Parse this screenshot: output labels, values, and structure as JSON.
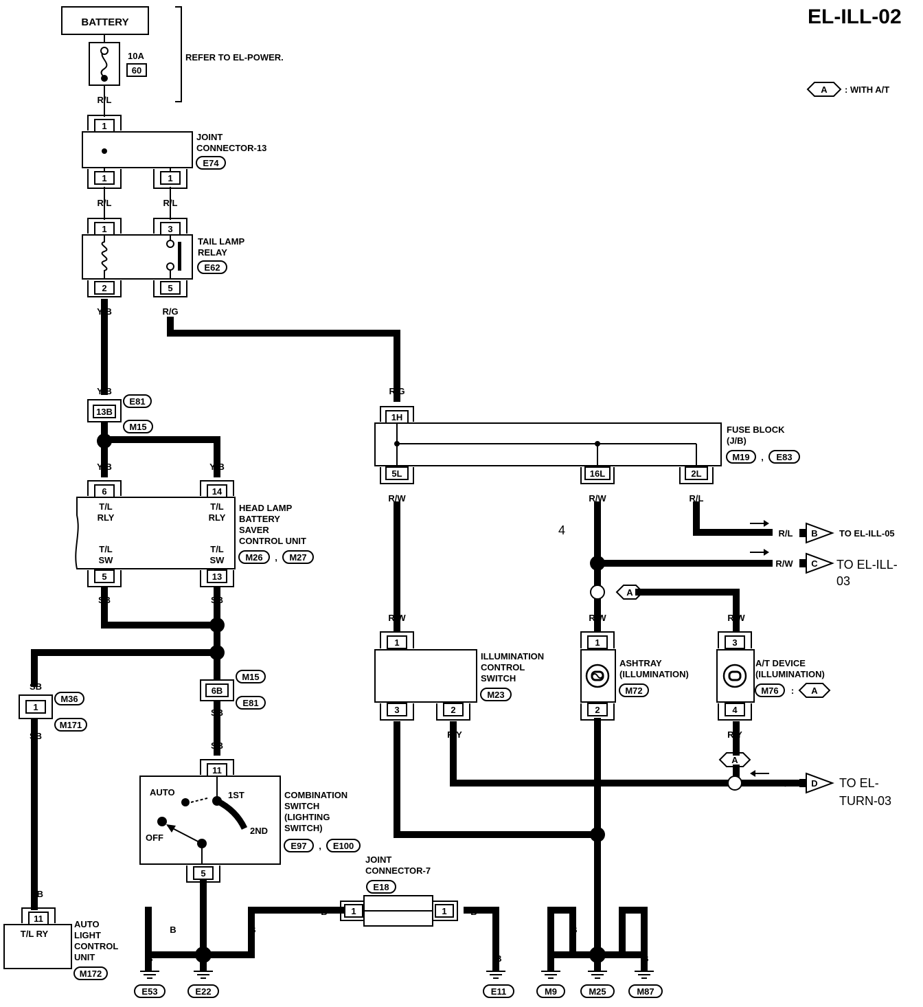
{
  "title": "EL-ILL-02",
  "legend": {
    "symbol": "A",
    "text": ": WITH A/T"
  },
  "battery": {
    "label": "BATTERY",
    "fuse_amp": "10A",
    "fuse_no": "60",
    "note": "REFER TO EL-POWER."
  },
  "components": {
    "jc13": {
      "lines": [
        "JOINT",
        "CONNECTOR-13"
      ],
      "code": "E74"
    },
    "relay": {
      "lines": [
        "TAIL LAMP",
        "RELAY"
      ],
      "code": "E62"
    },
    "hlbs": {
      "lines": [
        "HEAD LAMP",
        "BATTERY",
        "SAVER",
        "CONTROL UNIT"
      ],
      "code1": "M26",
      "sep": ",",
      "code2": "M27",
      "tl_rly": [
        "T/L",
        "RLY"
      ],
      "tl_sw": [
        "T/L",
        "SW"
      ]
    },
    "fuse_block": {
      "lines": [
        "FUSE BLOCK",
        "(J/B)"
      ],
      "code1": "M19",
      "sep": ",",
      "code2": "E83"
    },
    "illum": {
      "lines": [
        "ILLUMINATION",
        "CONTROL",
        "SWITCH"
      ],
      "code": "M23"
    },
    "ashtray": {
      "lines": [
        "ASHTRAY",
        "(ILLUMINATION)"
      ],
      "code": "M72"
    },
    "at_device": {
      "lines": [
        "A/T DEVICE",
        "(ILLUMINATION)"
      ],
      "code": "M76",
      "sep": ":",
      "option": "A"
    },
    "combo": {
      "lines": [
        "COMBINATION",
        "SWITCH",
        "(LIGHTING",
        "SWITCH)"
      ],
      "code1": "E97",
      "sep": ",",
      "code2": "E100",
      "positions": {
        "auto": "AUTO",
        "first": "1ST",
        "second": "2ND",
        "off": "OFF"
      }
    },
    "jc7": {
      "lines": [
        "JOINT",
        "CONNECTOR-7"
      ],
      "code": "E18"
    },
    "auto_light": {
      "lines": [
        "AUTO",
        "LIGHT",
        "CONTROL",
        "UNIT"
      ],
      "code": "M172",
      "inner": "T/L RY"
    }
  },
  "connector_codes": {
    "e81a": "E81",
    "m15a": "M15",
    "m15b": "M15",
    "e81b": "E81",
    "m36": "M36",
    "m171": "M171"
  },
  "pins": {
    "jc13_in": "1",
    "jc13_out1": "1",
    "jc13_out2": "1",
    "relay_1": "1",
    "relay_3": "3",
    "relay_2": "2",
    "relay_5": "5",
    "c13b": "13B",
    "hl_6": "6",
    "hl_14": "14",
    "hl_5": "5",
    "hl_13": "13",
    "c6b": "6B",
    "c1": "1",
    "combo_11": "11",
    "combo_5": "5",
    "al_11": "11",
    "fb_1h": "1H",
    "fb_5l": "5L",
    "fb_16l": "16L",
    "fb_2l": "2L",
    "il_1": "1",
    "il_3": "3",
    "il_2": "2",
    "ash_1": "1",
    "ash_2": "2",
    "at_3": "3",
    "at_4": "4",
    "jc7_l": "1",
    "jc7_r": "1"
  },
  "wires": {
    "rl_top": "R/L",
    "rl_a": "R/L",
    "rl_b": "R/L",
    "yb_1": "Y/B",
    "rg_1": "R/G",
    "yb_2": "Y/B",
    "yb_3": "Y/B",
    "yb_4": "Y/B",
    "sb_1": "SB",
    "sb_2": "SB",
    "sb_3": "SB",
    "sb_4": "SB",
    "sb_5": "SB",
    "sb_6": "SB",
    "sb_7": "SB",
    "rg_2": "R/G",
    "rw_1": "R/W",
    "rw_2": "R/W",
    "rl_c": "R/L",
    "rl_d": "R/L",
    "rw_3": "R/W",
    "rw_4": "R/W",
    "rw_5": "R/W",
    "rw_6": "R/W",
    "b_il": "B",
    "ry_il": "R/Y",
    "b_ash": "B",
    "ry_at": "R/Y",
    "ry_d": "R/Y",
    "b_e53": "B",
    "b_e53b": "B",
    "b_e22": "B",
    "b_e22b": "B",
    "b_jc7l": "B",
    "b_jc7r": "B",
    "b_e11": "B",
    "b_m9": "B",
    "b_m9b": "B",
    "b_m25": "B",
    "b_m87": "B",
    "b_m87b": "B"
  },
  "destinations": {
    "b": {
      "sym": "B",
      "text": "TO EL-ILL-05"
    },
    "c": {
      "sym": "C",
      "text1": "TO EL-ILL-",
      "text2": "03"
    },
    "d": {
      "sym": "D",
      "text1": "TO EL-",
      "text2": "TURN-03"
    },
    "a_mark1": "A",
    "a_mark2": "A"
  },
  "grounds": [
    "E53",
    "E22",
    "E11",
    "M9",
    "M25",
    "M87"
  ],
  "stray_number": "4"
}
